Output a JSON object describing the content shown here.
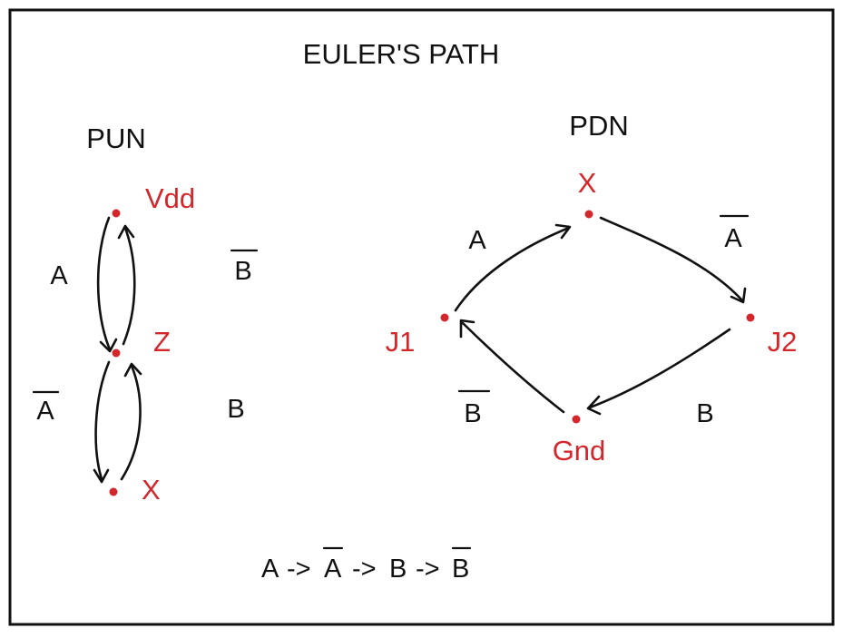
{
  "title": "EULER'S PATH",
  "pun": {
    "heading": "PUN",
    "nodes": {
      "vdd": "Vdd",
      "z": "Z",
      "x": "X"
    },
    "edges": {
      "a": "A",
      "a_bar": "A",
      "b": "B",
      "b_bar": "B"
    }
  },
  "pdn": {
    "heading": "PDN",
    "nodes": {
      "x": "X",
      "j1": "J1",
      "j2": "J2",
      "gnd": "Gnd"
    },
    "edges": {
      "a": "A",
      "a_bar": "A",
      "b": "B",
      "b_bar": "B"
    }
  },
  "sequence": {
    "parts": [
      "A",
      "->",
      "A",
      "->",
      "B",
      "->",
      "B"
    ],
    "overbar_indices": [
      2,
      6
    ]
  },
  "colors": {
    "node": "#d3272b",
    "ink": "#111111",
    "border": "#111111"
  }
}
